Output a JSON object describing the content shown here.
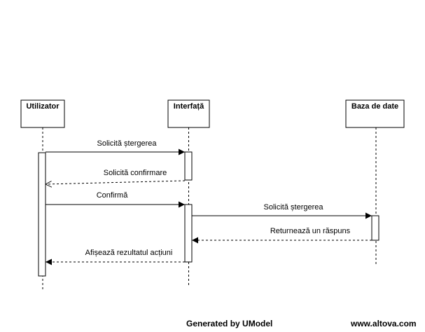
{
  "diagram": {
    "participants": [
      {
        "id": "user",
        "label": "Utilizator"
      },
      {
        "id": "ui",
        "label": "Interfață"
      },
      {
        "id": "db",
        "label": "Baza de date"
      }
    ],
    "messages": [
      {
        "from": "user",
        "to": "ui",
        "label": "Solicită ștergerea",
        "kind": "call"
      },
      {
        "from": "ui",
        "to": "user",
        "label": "Solicită confirmare",
        "kind": "return"
      },
      {
        "from": "user",
        "to": "ui",
        "label": "Confirmă",
        "kind": "call"
      },
      {
        "from": "ui",
        "to": "db",
        "label": "Solicită ștergerea",
        "kind": "call"
      },
      {
        "from": "db",
        "to": "ui",
        "label": "Returnează un răspuns",
        "kind": "return"
      },
      {
        "from": "ui",
        "to": "user",
        "label": "Afișează rezultatul acțiuni",
        "kind": "return"
      }
    ]
  },
  "footer": {
    "generator": "Generated by UModel",
    "site": "www.altova.com"
  }
}
